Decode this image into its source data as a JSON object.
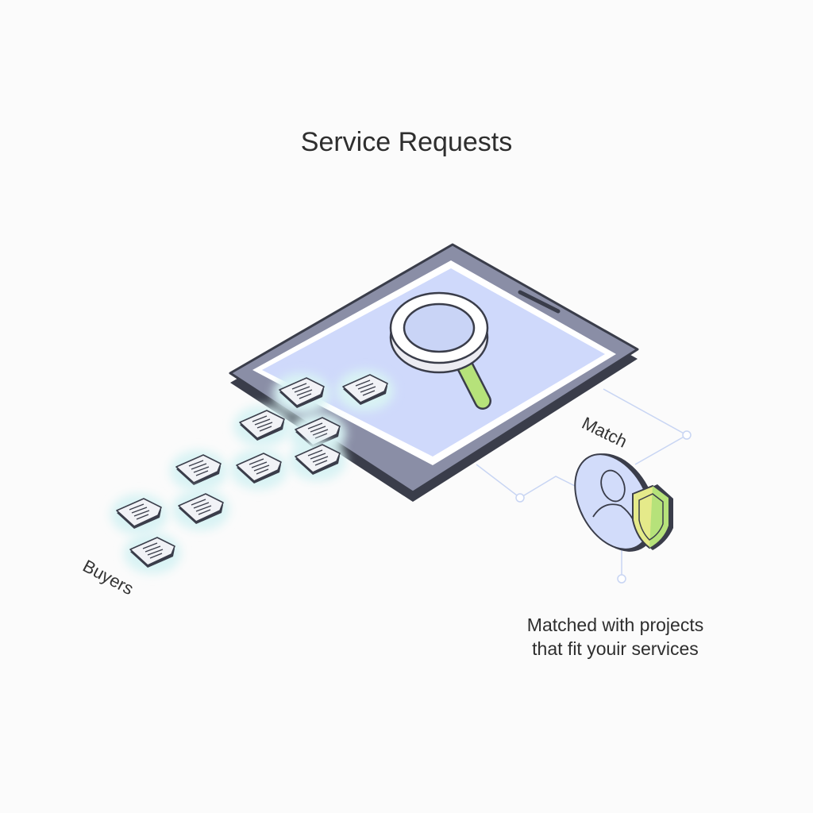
{
  "title": "Service Requests",
  "labels": {
    "match": "Match",
    "buyers": "Buyers"
  },
  "caption": {
    "line1": "Matched with projects",
    "line2": "that fit youir services"
  },
  "colors": {
    "screen": "#cfd9fb",
    "frame": "#8a8ea6",
    "accent_green": "#b6e27a",
    "line": "#c8d5f3"
  }
}
